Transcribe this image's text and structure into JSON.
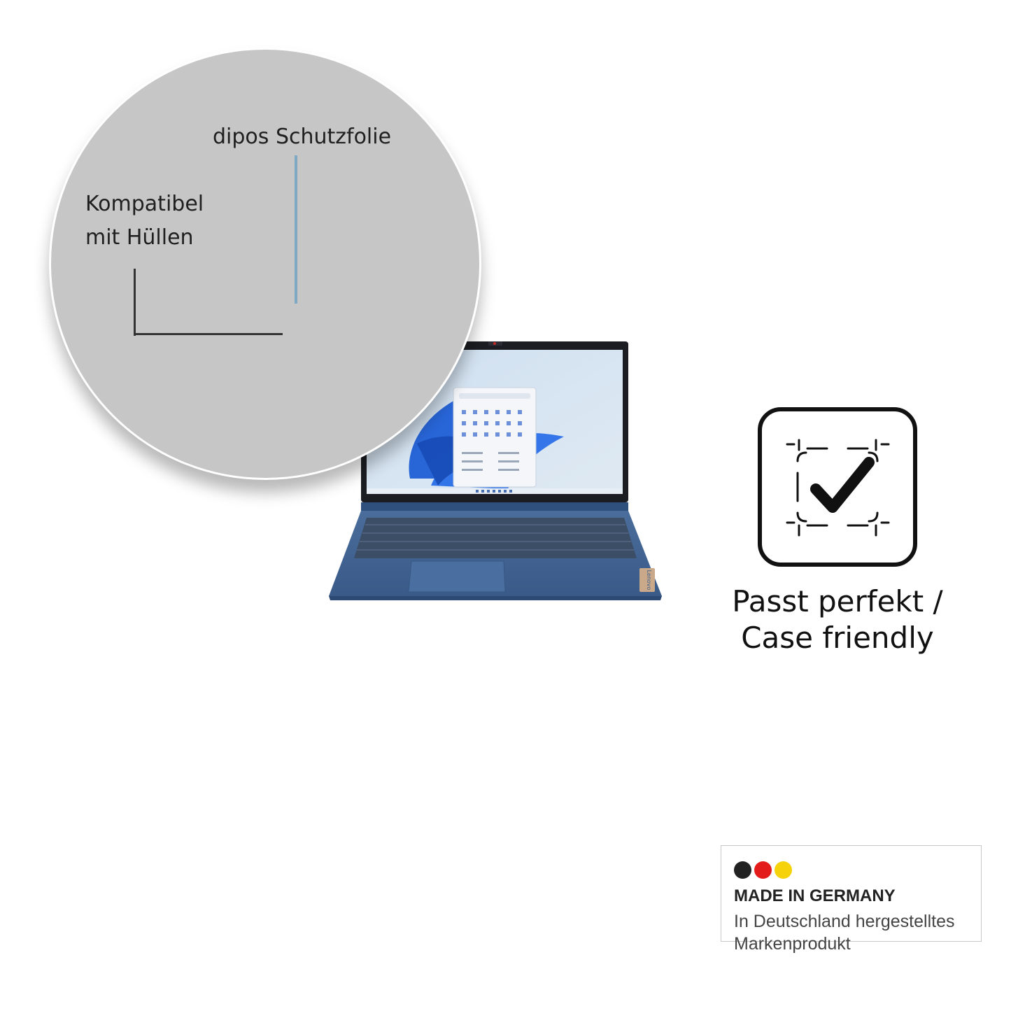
{
  "callout": {
    "foil_label": "dipos Schutzfolie",
    "compat_label_line1": "Kompatibel",
    "compat_label_line2": "mit Hüllen"
  },
  "feature": {
    "icon": "case-fit-check-icon",
    "caption_line1": "Passt perfekt /",
    "caption_line2": "Case friendly"
  },
  "badge": {
    "flag_colors": [
      "#222222",
      "#e31b1b",
      "#f5d20a"
    ],
    "title": "MADE IN GERMANY",
    "subtitle_line1": "In Deutschland hergestelltes",
    "subtitle_line2": "Markenprodukt"
  },
  "laptop": {
    "brand": "Lenovo",
    "body_color": "#3b5e8f",
    "icon": "laptop-illustration"
  }
}
